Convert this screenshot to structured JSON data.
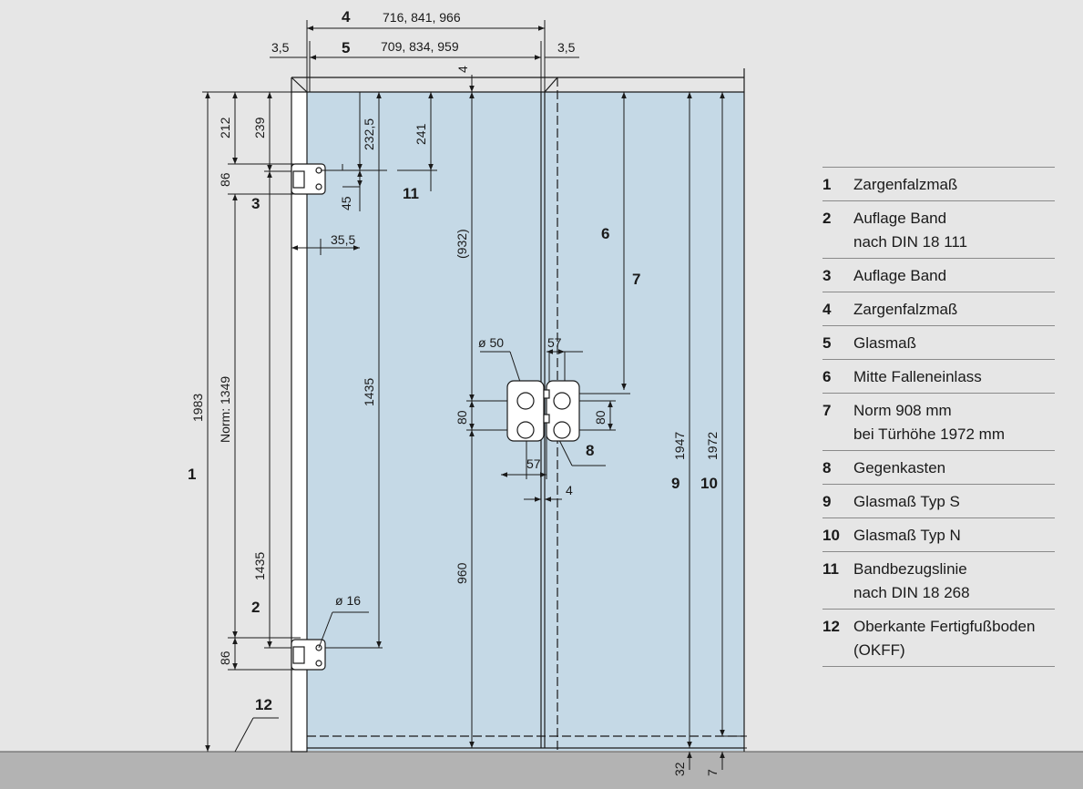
{
  "dims": {
    "frame_rebate_values": "716, 841, 966",
    "glass_values": "709, 834, 959",
    "gap_left": "3,5",
    "gap_right": "3,5",
    "top_gap": "4",
    "h212": "212",
    "h239": "239",
    "h232_5": "232,5",
    "h241": "241",
    "h86_top": "86",
    "h45": "45",
    "h35_5": "35,5",
    "h932": "(932)",
    "h1435_glass": "1435",
    "h1435_left": "1435",
    "norm1349": "Norm: 1349",
    "h1983": "1983",
    "h960": "960",
    "h86_bottom": "86",
    "dia16": "ø 16",
    "dia50": "ø 50",
    "w57_top": "57",
    "w57_bottom": "57",
    "h80_left": "80",
    "h80_right": "80",
    "gap4": "4",
    "h1947": "1947",
    "h1972": "1972",
    "h32": "32",
    "h7": "7"
  },
  "callouts": {
    "c1": "1",
    "c2": "2",
    "c3": "3",
    "c4": "4",
    "c5": "5",
    "c6": "6",
    "c7": "7",
    "c8": "8",
    "c9": "9",
    "c10": "10",
    "c11": "11",
    "c12": "12"
  },
  "legend": [
    {
      "num": "1",
      "text": "Zargenfalzmaß"
    },
    {
      "num": "2",
      "text": "Auflage Band\nnach DIN 18 111"
    },
    {
      "num": "3",
      "text": "Auflage Band"
    },
    {
      "num": "4",
      "text": "Zargenfalzmaß"
    },
    {
      "num": "5",
      "text": "Glasmaß"
    },
    {
      "num": "6",
      "text": "Mitte Falleneinlass"
    },
    {
      "num": "7",
      "text": "Norm 908 mm\nbei Türhöhe 1972 mm"
    },
    {
      "num": "8",
      "text": "Gegenkasten"
    },
    {
      "num": "9",
      "text": "Glasmaß Typ S"
    },
    {
      "num": "10",
      "text": "Glasmaß Typ N"
    },
    {
      "num": "11",
      "text": "Bandbezugslinie\nnach DIN 18 268"
    },
    {
      "num": "12",
      "text": "Oberkante Fertigfußboden\n(OKFF)"
    }
  ],
  "colors": {
    "background": "#e6e6e6",
    "glass": "#c5d9e6",
    "floor": "#b3b3b3",
    "line": "#1a1a1a"
  }
}
